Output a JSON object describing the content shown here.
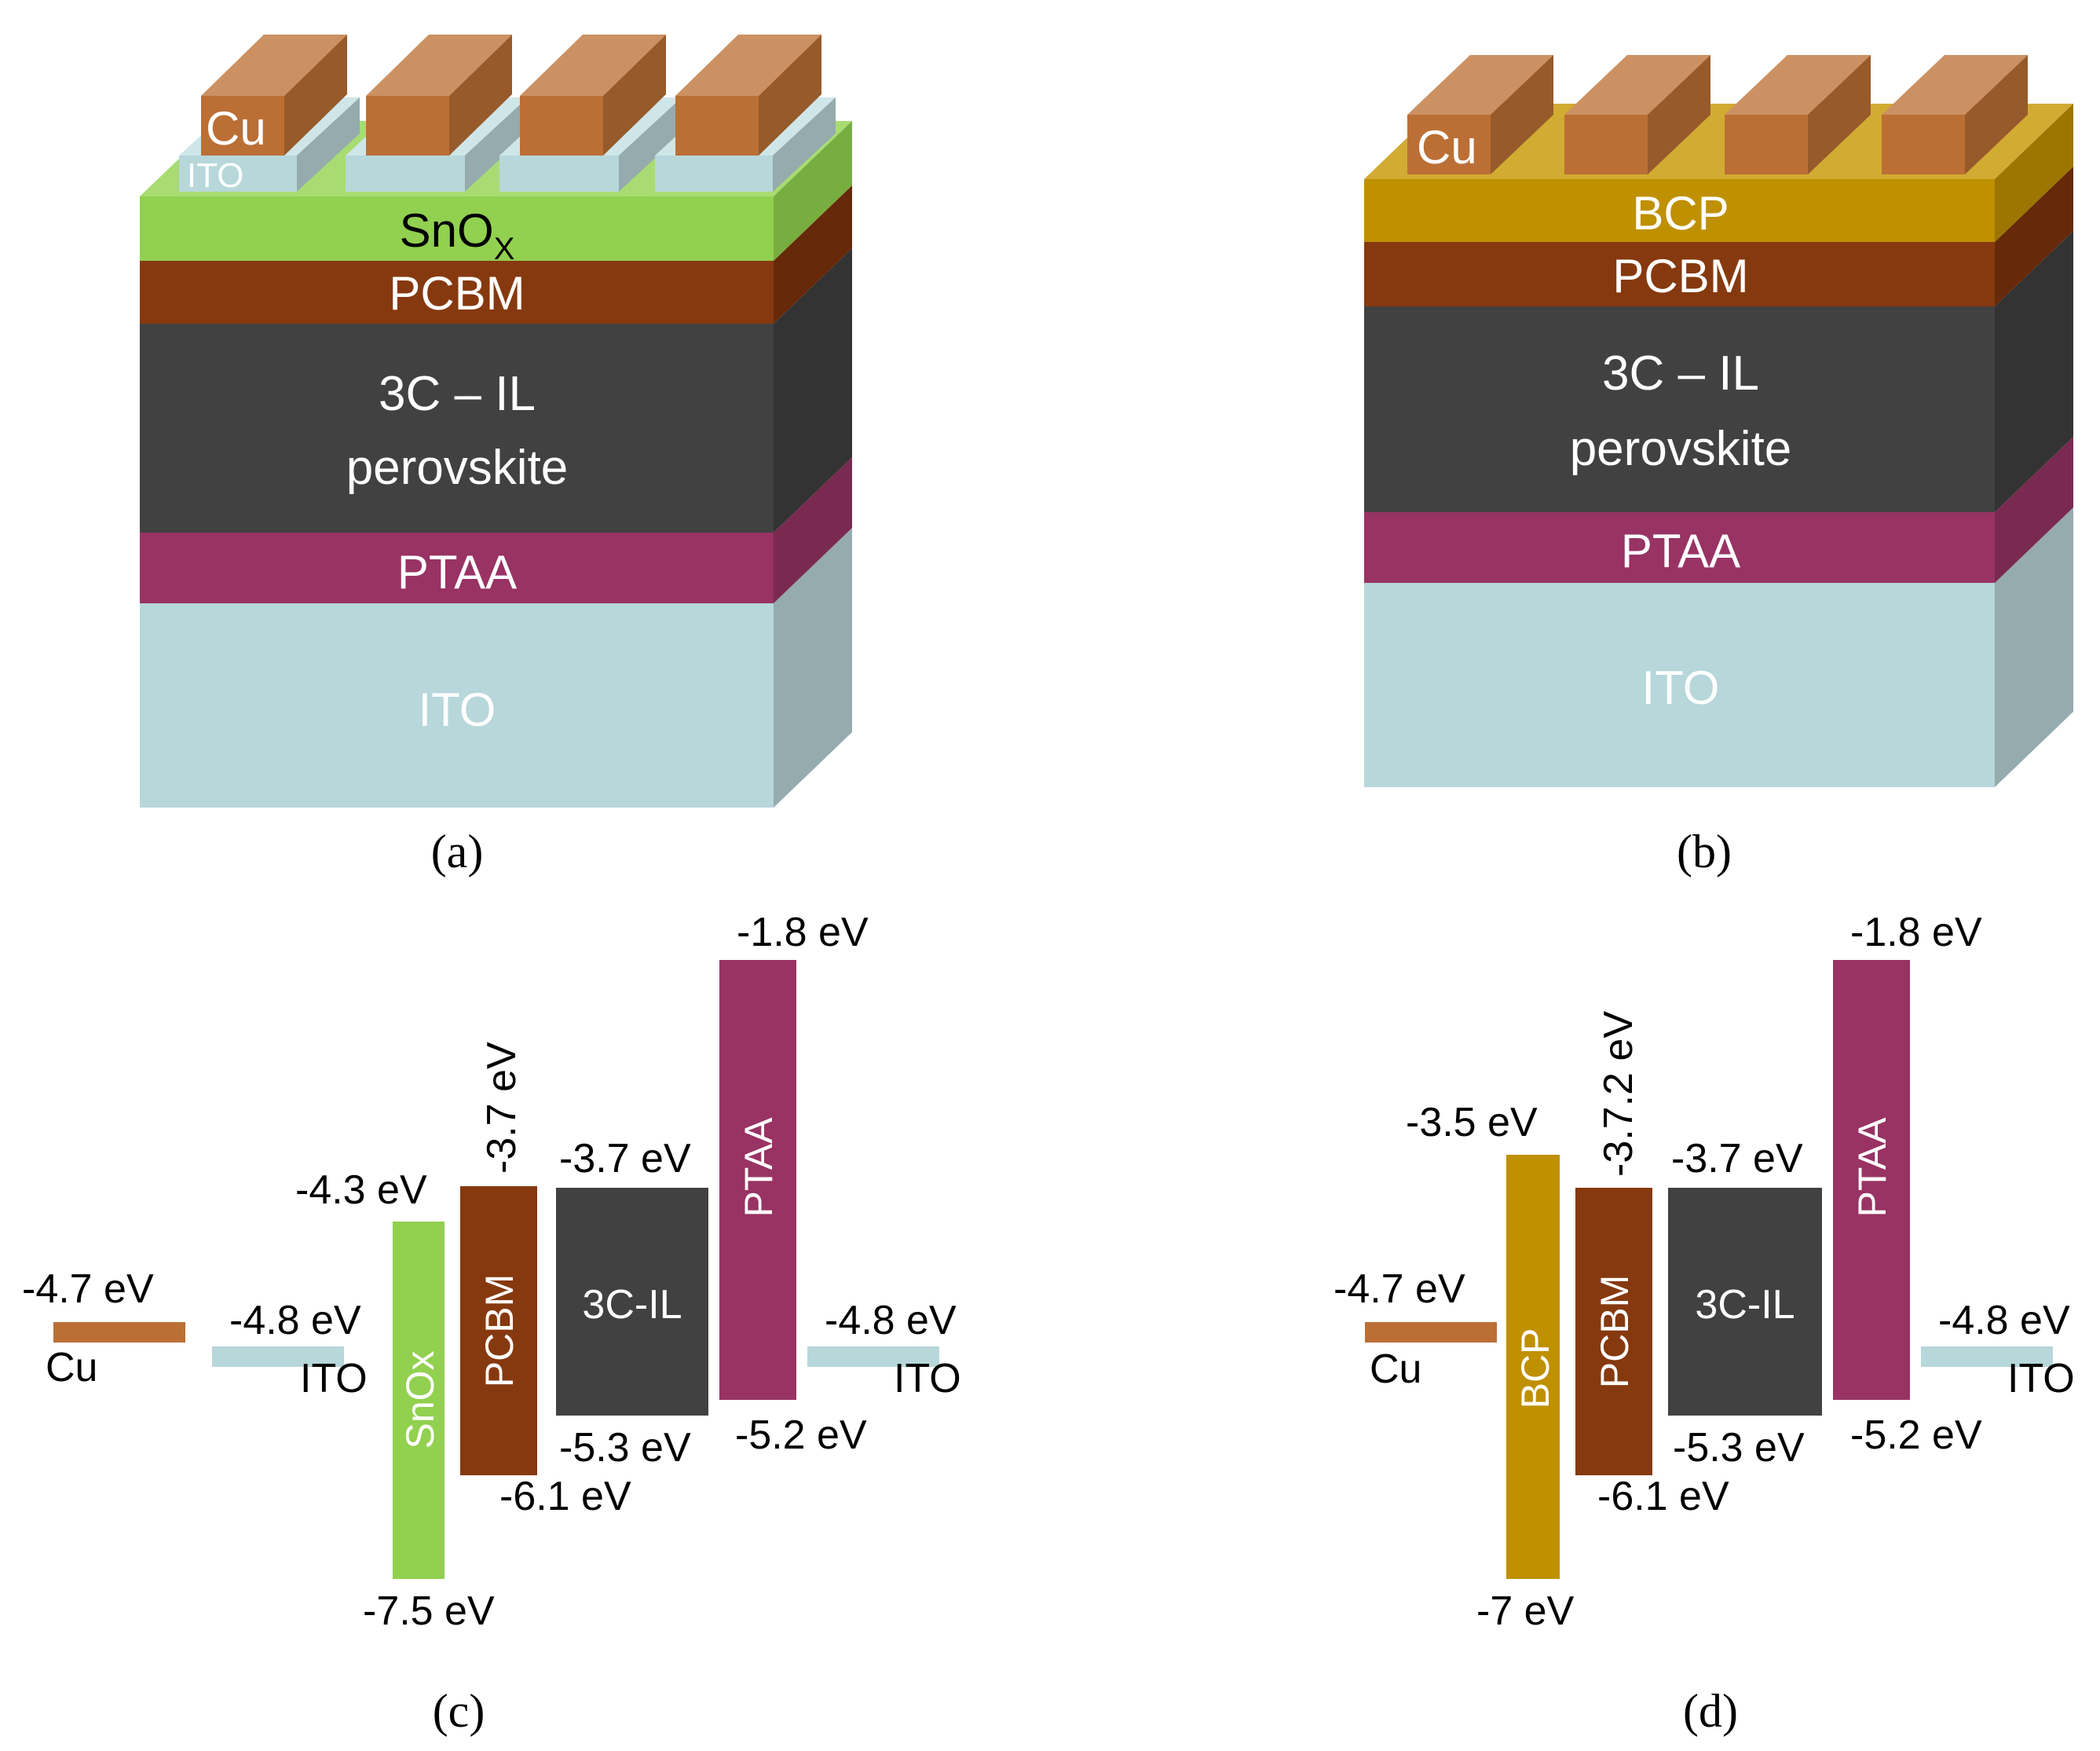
{
  "colors": {
    "ito": "#b7d7da",
    "ito_side": "#95abad",
    "ito_top": "#cfe6e8",
    "ptaa": "#983364",
    "ptaa_top": "#a94675",
    "ptaa_side": "#7a2a50",
    "perov": "#414141",
    "perov_top": "#5a5a5a",
    "perov_side": "#333333",
    "pcbm": "#86390f",
    "pcbm_top": "#9c4a1c",
    "pcbm_side": "#66290a",
    "snox": "#92d050",
    "snox_top": "#a8dc72",
    "snox_side": "#78ad40",
    "bcp": "#bf9000",
    "bcp_top": "#d2ab33",
    "bcp_side": "#9c7600",
    "cu": "#bb6f35",
    "cu_top": "#cc9162",
    "cu_side": "#975a2a"
  },
  "panel_a": {
    "caption": "(a)",
    "layers": {
      "ito": "ITO",
      "ptaa": "PTAA",
      "perov_line1": "3C – IL",
      "perov_line2": "perovskite",
      "pcbm": "PCBM",
      "snox": "SnO",
      "snox_sub": "X",
      "ito_top": "ITO",
      "cu": "Cu"
    }
  },
  "panel_b": {
    "caption": "(b)",
    "layers": {
      "ito": "ITO",
      "ptaa": "PTAA",
      "perov_line1": "3C – IL",
      "perov_line2": "perovskite",
      "pcbm": "PCBM",
      "bcp": "BCP",
      "cu": "Cu"
    }
  },
  "panel_c": {
    "caption": "(c)",
    "cu": {
      "name": "Cu",
      "level": "-4.7 eV"
    },
    "ito_left": {
      "name": "ITO",
      "level": "-4.8 eV"
    },
    "snox": {
      "name": "SnOx",
      "top": "-4.3 eV",
      "bottom": "-7.5 eV"
    },
    "pcbm": {
      "name": "PCBM",
      "top": "-3.7 eV",
      "bottom": "-6.1 eV"
    },
    "perov": {
      "name": "3C-IL",
      "top": "-3.7 eV",
      "bottom": "-5.3 eV"
    },
    "ptaa": {
      "name": "PTAA",
      "top": "-1.8 eV",
      "bottom": "-5.2 eV"
    },
    "ito_right": {
      "name": "ITO",
      "level": "-4.8 eV"
    }
  },
  "panel_d": {
    "caption": "(d)",
    "cu": {
      "name": "Cu",
      "level": "-4.7 eV"
    },
    "bcp": {
      "name": "BCP",
      "top": "-3.5 eV",
      "bottom": "-7 eV"
    },
    "pcbm": {
      "name": "PCBM",
      "top": "-3.7.2 eV",
      "bottom": "-6.1 eV"
    },
    "perov": {
      "name": "3C-IL",
      "top": "-3.7 eV",
      "bottom": "-5.3 eV"
    },
    "ptaa": {
      "name": "PTAA",
      "top": "-1.8 eV",
      "bottom": "-5.2 eV"
    },
    "ito_right": {
      "name": "ITO",
      "level": "-4.8 eV"
    }
  }
}
